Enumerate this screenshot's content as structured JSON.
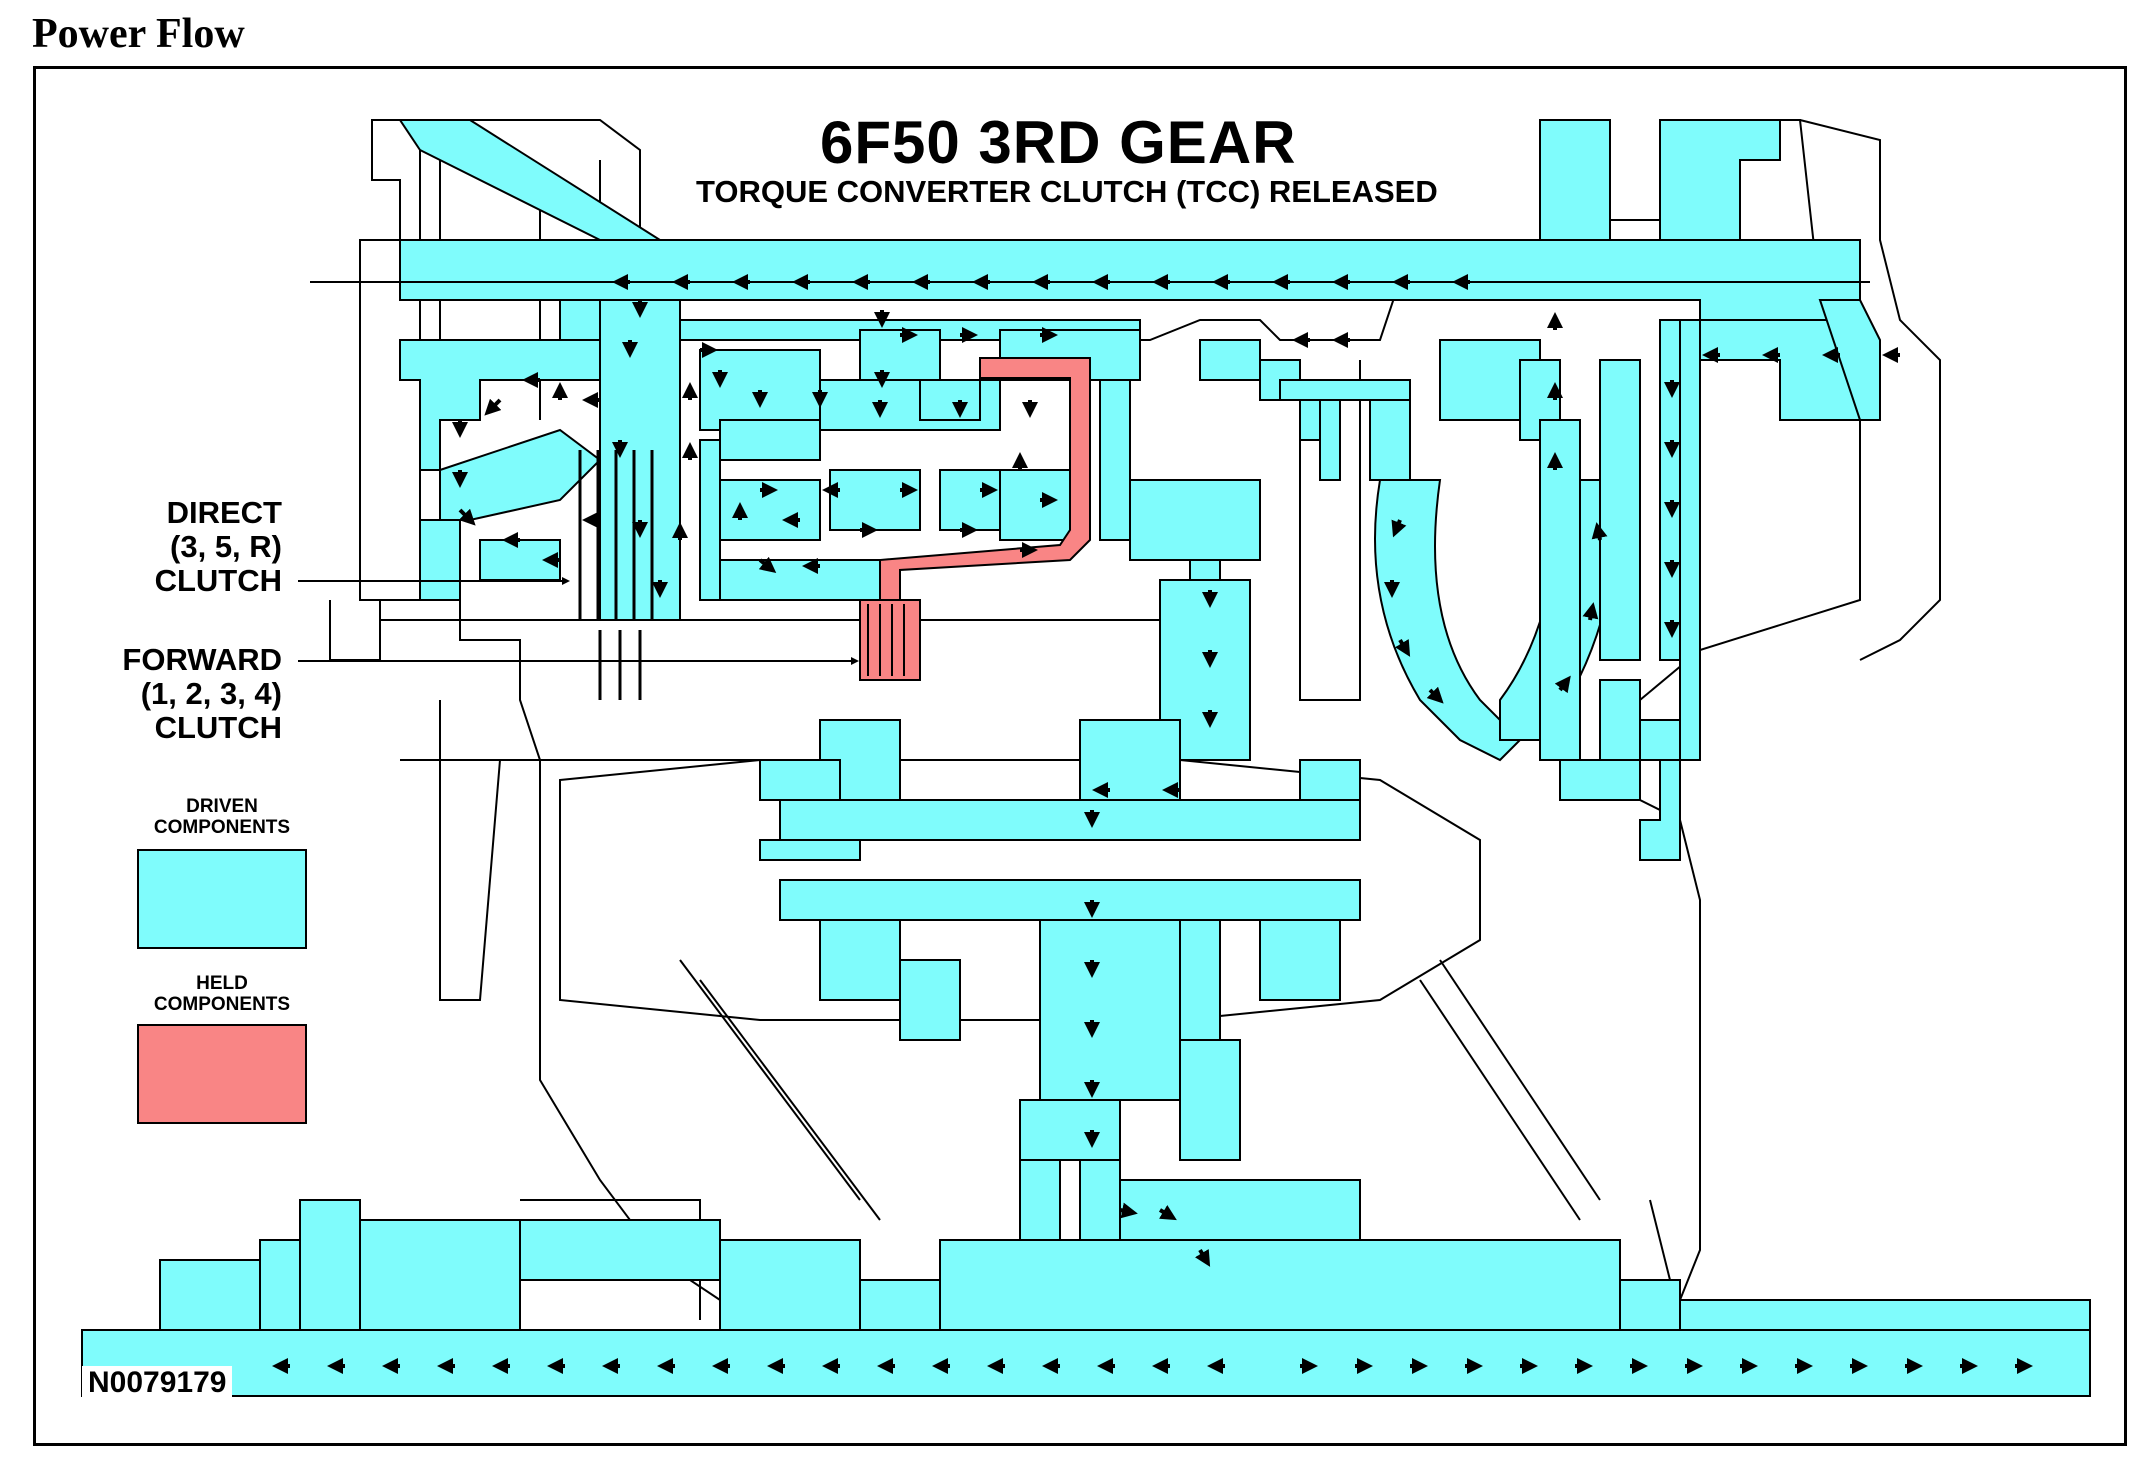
{
  "header": {
    "section_title": "Power Flow"
  },
  "diagram": {
    "title": "6F50 3RD GEAR",
    "subtitle": "TORQUE CONVERTER CLUTCH (TCC) RELEASED",
    "clutch_labels": {
      "direct": "DIRECT\n(3, 5, R)\nCLUTCH",
      "forward": "FORWARD\n(1, 2, 3, 4)\nCLUTCH"
    },
    "legend": {
      "driven": {
        "label": "DRIVEN\nCOMPONENTS",
        "color": "#7ffcfc"
      },
      "held": {
        "label": "HELD\nCOMPONENTS",
        "color": "#f98585"
      }
    },
    "figure_id": "N0079179"
  },
  "colors": {
    "driven": "#7ffcfc",
    "held": "#f98585",
    "outline": "#000000",
    "arrow": "#000000"
  }
}
